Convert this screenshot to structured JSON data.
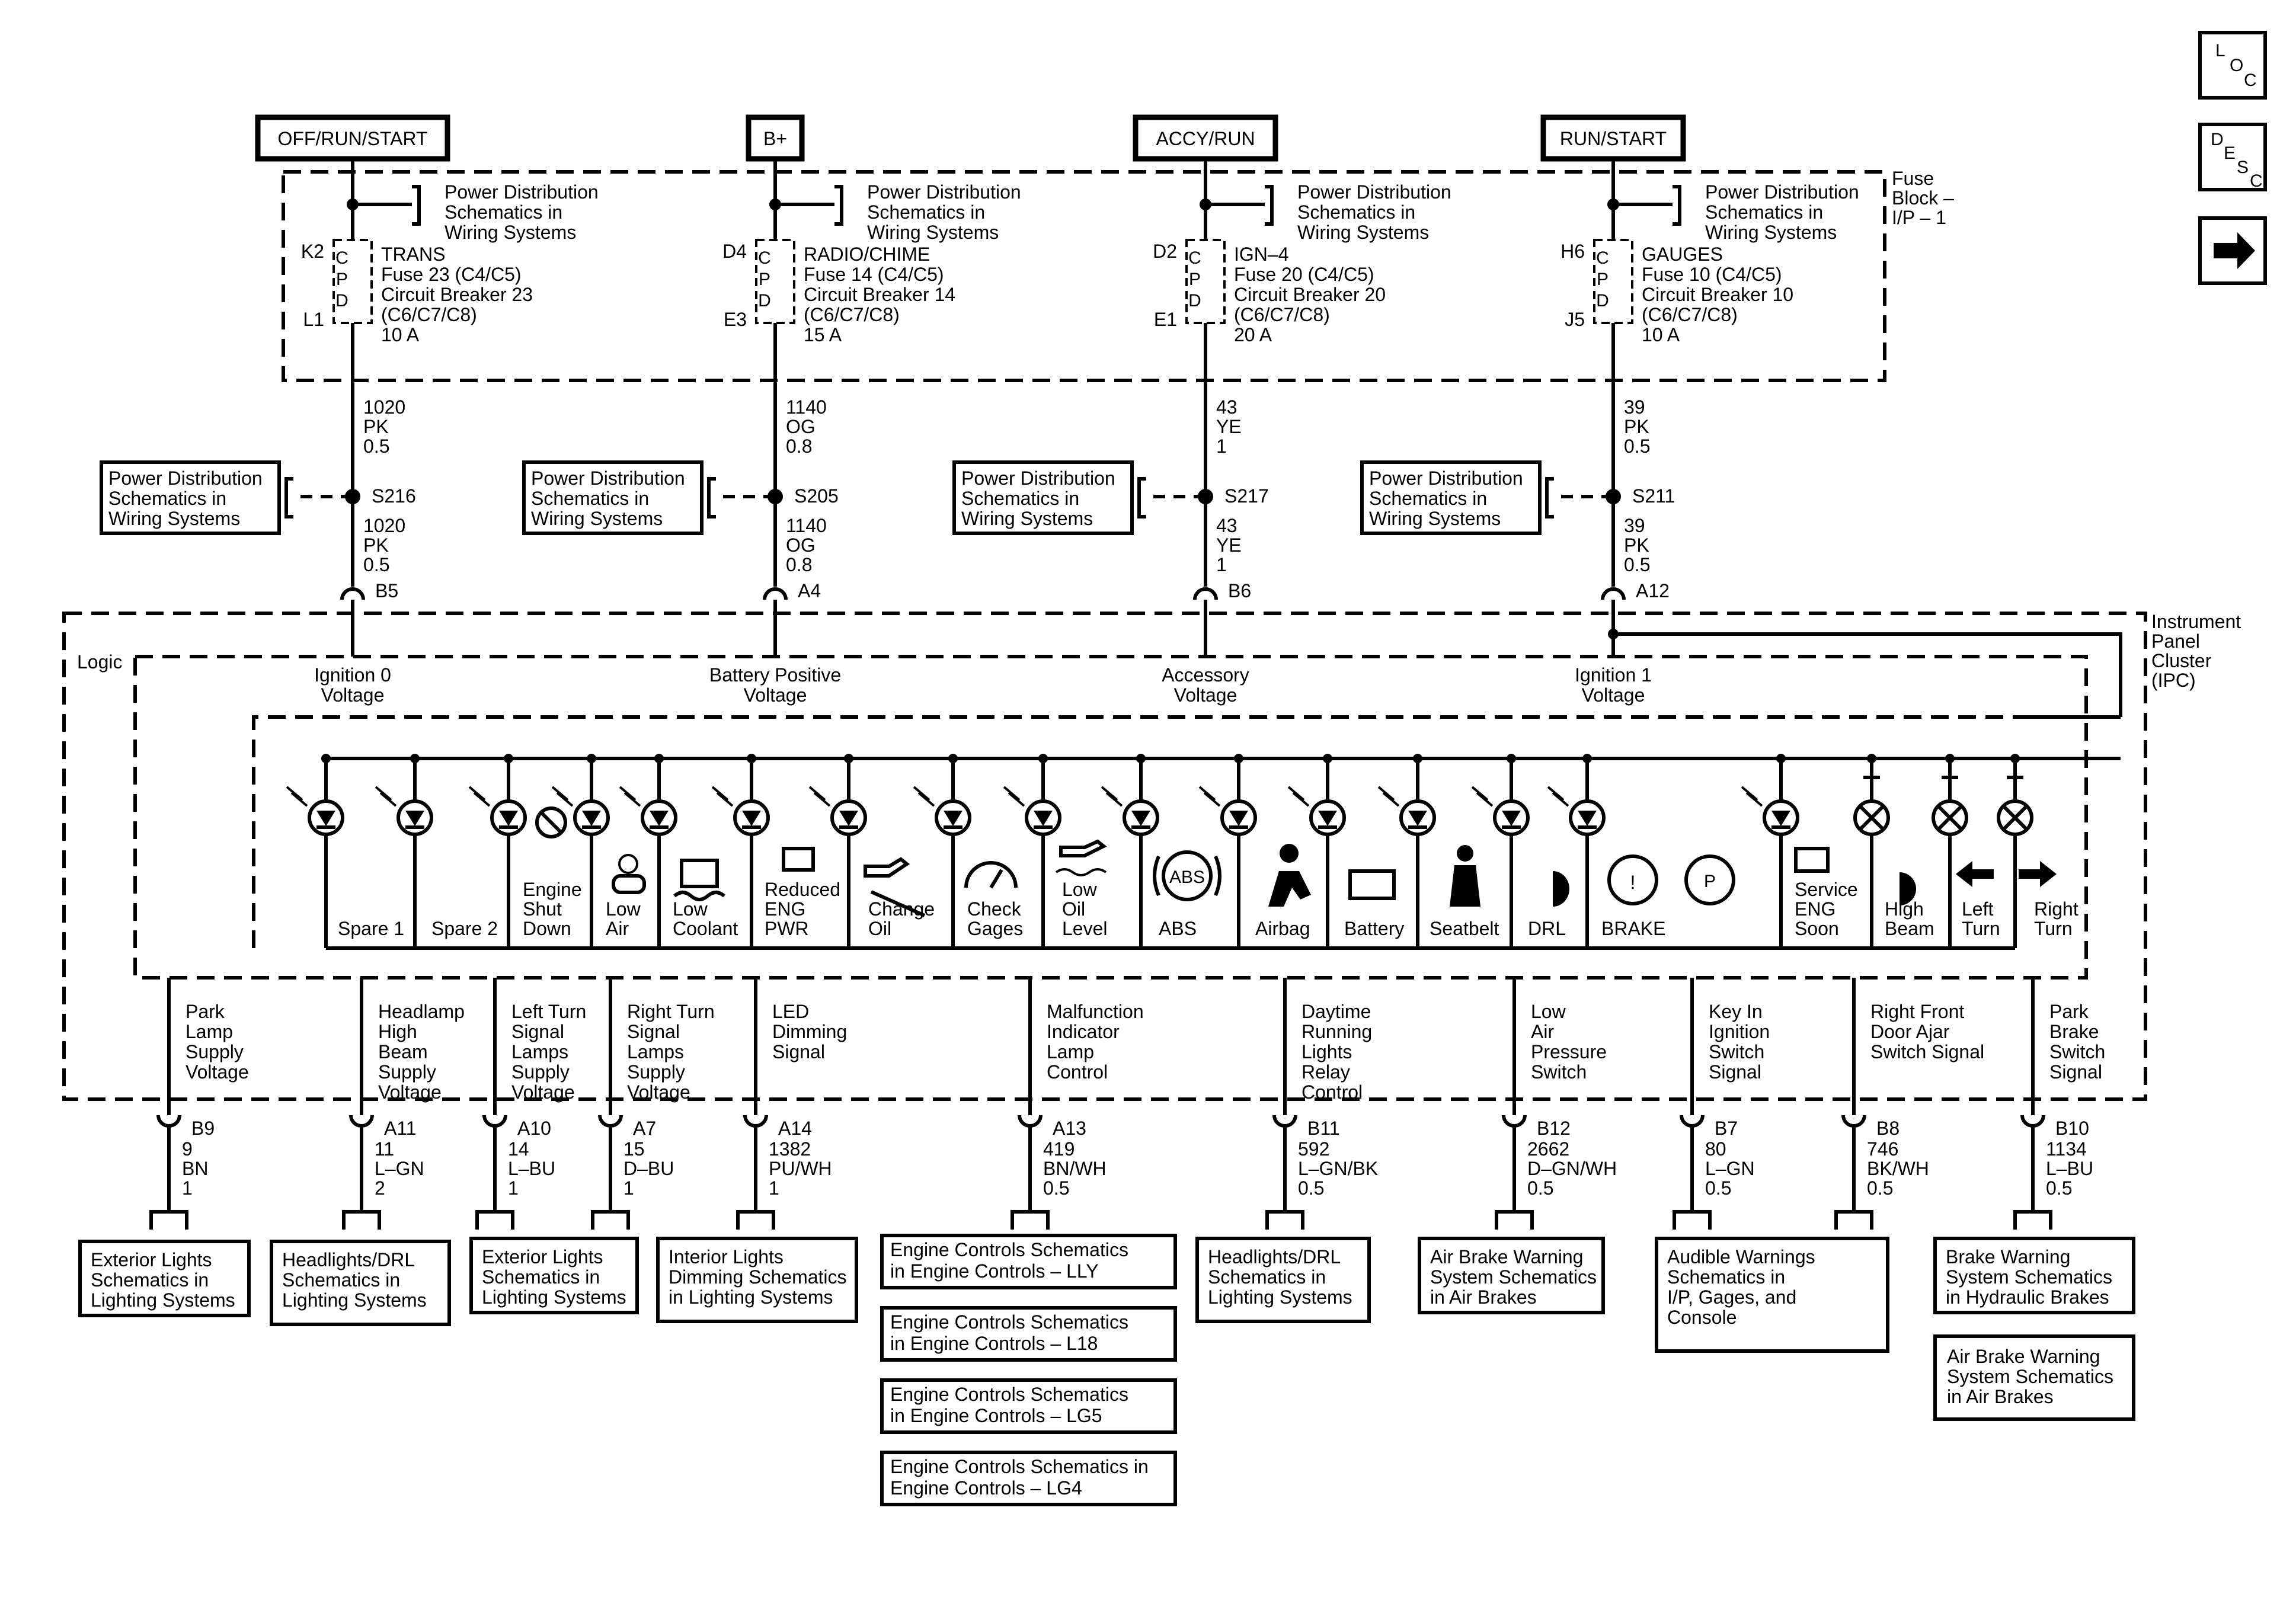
{
  "sources": [
    {
      "label": "OFF/RUN/START",
      "fuse_in": "K2",
      "fuse_out": "L1",
      "fuse_lines": [
        "TRANS",
        "Fuse 23 (C4/C5)",
        "Circuit Breaker 23",
        "(C6/C7/C8)",
        "10 A"
      ],
      "wire_top": [
        "1020",
        "PK",
        "0.5"
      ],
      "splice": "S216",
      "wire_bot": [
        "1020",
        "PK",
        "0.5"
      ],
      "conn": "B5",
      "ipc_input": [
        "Ignition 0",
        "Voltage"
      ]
    },
    {
      "label": "B+",
      "fuse_in": "D4",
      "fuse_out": "E3",
      "fuse_lines": [
        "RADIO/CHIME",
        "Fuse 14 (C4/C5)",
        "Circuit Breaker 14",
        "(C6/C7/C8)",
        "15 A"
      ],
      "wire_top": [
        "1140",
        "OG",
        "0.8"
      ],
      "splice": "S205",
      "wire_bot": [
        "1140",
        "OG",
        "0.8"
      ],
      "conn": "A4",
      "ipc_input": [
        "Battery Positive",
        "Voltage"
      ]
    },
    {
      "label": "ACCY/RUN",
      "fuse_in": "D2",
      "fuse_out": "E1",
      "fuse_lines": [
        "IGN–4",
        "Fuse 20 (C4/C5)",
        "Circuit Breaker 20",
        "(C6/C7/C8)",
        "20 A"
      ],
      "wire_top": [
        "43",
        "YE",
        "1"
      ],
      "splice": "S217",
      "wire_bot": [
        "43",
        "YE",
        "1"
      ],
      "conn": "B6",
      "ipc_input": [
        "Accessory",
        "Voltage"
      ]
    },
    {
      "label": "RUN/START",
      "fuse_in": "H6",
      "fuse_out": "J5",
      "fuse_lines": [
        "GAUGES",
        "Fuse 10 (C4/C5)",
        "Circuit Breaker 10",
        "(C6/C7/C8)",
        "10 A"
      ],
      "wire_top": [
        "39",
        "PK",
        "0.5"
      ],
      "splice": "S211",
      "wire_bot": [
        "39",
        "PK",
        "0.5"
      ],
      "conn": "A12",
      "ipc_input": [
        "Ignition 1",
        "Voltage"
      ]
    }
  ],
  "cpd_letters": [
    "C",
    "P",
    "D"
  ],
  "pd_ref": [
    "Power Distribution",
    "Schematics in",
    "Wiring Systems"
  ],
  "pd_box": [
    "Power Distribution",
    "Schematics in",
    "Wiring  Systems"
  ],
  "fuse_block_label": [
    "Fuse",
    "Block –",
    "I/P – 1"
  ],
  "ipc_label": [
    "Instrument",
    "Panel",
    "Cluster",
    "(IPC)"
  ],
  "logic_label": "Logic",
  "indicators": [
    {
      "label": [
        "Spare 1"
      ]
    },
    {
      "label": [
        "Spare 2"
      ]
    },
    {
      "label": [
        "Engine",
        "Shut",
        "Down"
      ]
    },
    {
      "label": [
        "Low",
        "Air"
      ]
    },
    {
      "label": [
        "Low",
        "Coolant"
      ]
    },
    {
      "label": [
        "Reduced",
        "ENG",
        "PWR"
      ]
    },
    {
      "label": [
        "Change",
        "Oil"
      ]
    },
    {
      "label": [
        "Check",
        "Gages"
      ]
    },
    {
      "label": [
        "Low",
        "Oil",
        "Level"
      ]
    },
    {
      "label": [
        "ABS"
      ]
    },
    {
      "label": [
        "Airbag"
      ]
    },
    {
      "label": [
        "Battery"
      ]
    },
    {
      "label": [
        "Seatbelt"
      ]
    },
    {
      "label": [
        "DRL"
      ]
    },
    {
      "label": [
        "BRAKE"
      ]
    },
    {
      "label": [
        "Service",
        "ENG",
        "Soon"
      ]
    },
    {
      "label": [
        "High",
        "Beam"
      ]
    },
    {
      "label": [
        "Left",
        "Turn"
      ]
    },
    {
      "label": [
        "Right",
        "Turn"
      ]
    }
  ],
  "icon_text": {
    "abs": "ABS",
    "brake": "!",
    "park": "P"
  },
  "outputs": [
    {
      "signal": [
        "Park",
        "Lamp",
        "Supply",
        "Voltage"
      ],
      "conn": "B9",
      "wire": [
        "9",
        "BN",
        "1"
      ],
      "refs": [
        [
          "Exterior Lights",
          "Schematics in",
          "Lighting Systems"
        ]
      ]
    },
    {
      "signal": [
        "Headlamp",
        "High",
        "Beam",
        "Supply",
        "Voltage"
      ],
      "conn": "A11",
      "wire": [
        "11",
        "L–GN",
        "2"
      ],
      "refs": [
        [
          "Headlights/DRL",
          "Schematics in",
          "Lighting Systems"
        ]
      ]
    },
    {
      "signal": [
        "Left Turn",
        "Signal",
        "Lamps",
        "Supply",
        "Voltage"
      ],
      "conn": "A10",
      "wire": [
        "14",
        "L–BU",
        "1"
      ],
      "refs": [
        [
          "Exterior Lights",
          "Schematics in",
          "Lighting Systems"
        ]
      ]
    },
    {
      "signal": [
        "Right Turn",
        "Signal",
        "Lamps",
        "Supply",
        "Voltage"
      ],
      "conn": "A7",
      "wire": [
        "15",
        "D–BU",
        "1"
      ],
      "refs": []
    },
    {
      "signal": [
        "LED",
        "Dimming",
        "Signal"
      ],
      "conn": "A14",
      "wire": [
        "1382",
        "PU/WH",
        "1"
      ],
      "refs": [
        [
          "Interior Lights",
          "Dimming Schematics",
          "in Lighting Systems"
        ]
      ]
    },
    {
      "signal": [
        "Malfunction",
        "Indicator",
        "Lamp",
        "Control"
      ],
      "conn": "A13",
      "wire": [
        "419",
        "BN/WH",
        "0.5"
      ],
      "refs": [
        [
          "Engine Controls Schematics",
          "in Engine Controls – LLY"
        ],
        [
          "Engine Controls Schematics",
          "in Engine Controls – L18"
        ],
        [
          "Engine Controls Schematics",
          "in Engine Controls – LG5"
        ],
        [
          "Engine Controls Schematics in",
          "Engine Controls – LG4"
        ]
      ]
    },
    {
      "signal": [
        "Daytime",
        "Running",
        "Lights",
        "Relay",
        "Control"
      ],
      "conn": "B11",
      "wire": [
        "592",
        "L–GN/BK",
        "0.5"
      ],
      "refs": [
        [
          "Headlights/DRL",
          "Schematics in",
          "Lighting Systems"
        ]
      ]
    },
    {
      "signal": [
        "Low",
        "Air",
        "Pressure",
        "Switch"
      ],
      "conn": "B12",
      "wire": [
        "2662",
        "D–GN/WH",
        "0.5"
      ],
      "refs": [
        [
          "Air Brake Warning",
          "System Schematics",
          "in Air Brakes"
        ]
      ]
    },
    {
      "signal": [
        "Key In",
        "Ignition",
        "Switch",
        "Signal"
      ],
      "conn": "B7",
      "wire": [
        "80",
        "L–GN",
        "0.5"
      ],
      "refs": []
    },
    {
      "signal": [
        "Right Front",
        "Door Ajar",
        "Switch Signal"
      ],
      "conn": "B8",
      "wire": [
        "746",
        "BK/WH",
        "0.5"
      ],
      "refs": [
        [
          "Audible Warnings",
          "Schematics in",
          "I/P, Gages, and",
          "Console"
        ]
      ]
    },
    {
      "signal": [
        "Park",
        "Brake",
        "Switch",
        "Signal"
      ],
      "conn": "B10",
      "wire": [
        "1134",
        "L–BU",
        "0.5"
      ],
      "refs": [
        [
          "Brake Warning",
          "System Schematics",
          "in Hydraulic Brakes"
        ],
        [
          "Air Brake Warning",
          "System Schematics",
          "in Air Brakes"
        ]
      ]
    }
  ],
  "nav": {
    "loc": [
      "L",
      "O",
      "C"
    ],
    "desc": [
      "D",
      "E",
      "S",
      "C"
    ],
    "arrow": "next-arrow-icon"
  },
  "colors": {
    "ink": "#000000",
    "paper": "#ffffff"
  }
}
